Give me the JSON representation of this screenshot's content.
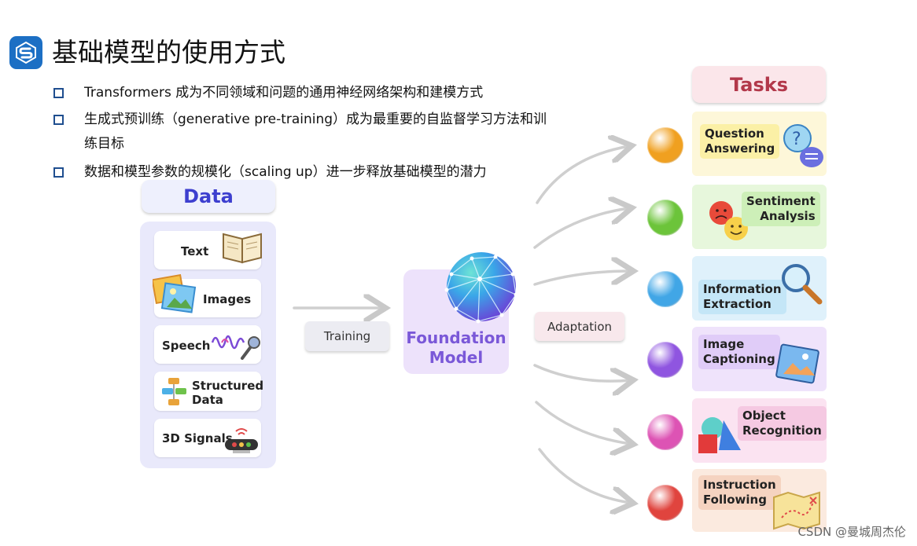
{
  "page": {
    "title": "基础模型的使用方式",
    "bullets": [
      "Transformers 成为不同领域和问题的通用神经网络架构和建模方式",
      "生成式预训练（generative pre-training）成为最重要的自监督学习方法和训",
      "练目标",
      "数据和模型参数的规模化（scaling up）进一步释放基础模型的潜力"
    ]
  },
  "diagram": {
    "data_header": "Data",
    "data_items": [
      {
        "label": "Text",
        "icon": "book-icon"
      },
      {
        "label": "Images",
        "icon": "photos-icon"
      },
      {
        "label": "Speech",
        "icon": "microphone-wave-icon"
      },
      {
        "label_line1": "Structured",
        "label_line2": "Data",
        "icon": "flowchart-icon"
      },
      {
        "label": "3D Signals",
        "icon": "sensor-device-icon"
      }
    ],
    "training_label": "Training",
    "foundation_line1": "Foundation",
    "foundation_line2": "Model",
    "adaptation_label": "Adaptation",
    "tasks_header": "Tasks",
    "tasks": [
      {
        "line1": "Question",
        "line2": "Answering",
        "icon": "question-chat-icon",
        "bg": "#fdf7d9",
        "label_bg": "#fbf0a6",
        "sphere": "#f0a020"
      },
      {
        "line1": "Sentiment",
        "line2": "Analysis",
        "icon": "emoji-faces-icon",
        "bg": "#e7f7dc",
        "label_bg": "#cdefb8",
        "sphere": "#6cc43a"
      },
      {
        "line1": "Information",
        "line2": "Extraction",
        "icon": "magnifier-icon",
        "bg": "#dff1fb",
        "label_bg": "#c4e6f7",
        "sphere": "#41a6e6"
      },
      {
        "line1": "Image",
        "line2": "Captioning",
        "icon": "picture-card-icon",
        "bg": "#efe3fb",
        "label_bg": "#e0ccf8",
        "sphere": "#8f55e0"
      },
      {
        "line1": "Object",
        "line2": "Recognition",
        "icon": "shapes-icon",
        "bg": "#fbe3f1",
        "label_bg": "#f5c9e2",
        "sphere": "#dd53b4"
      },
      {
        "line1": "Instruction",
        "line2": "Following",
        "icon": "map-icon",
        "bg": "#fbeadf",
        "label_bg": "#f5d3c0",
        "sphere": "#e0443e"
      }
    ],
    "colors": {
      "data_accent": "#3d3fcf",
      "foundation_accent": "#7a58d8",
      "tasks_accent": "#b2384a",
      "arrow": "#c9c9c9"
    }
  },
  "watermark": "CSDN @曼城周杰伦"
}
